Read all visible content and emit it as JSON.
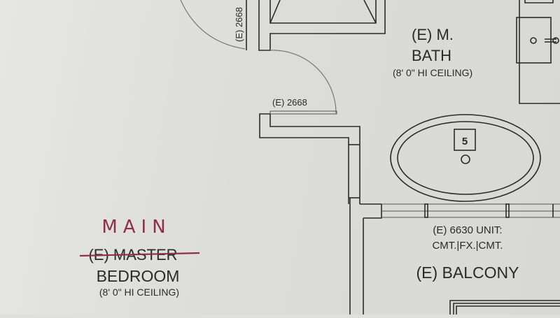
{
  "plan": {
    "door_label_top": "(E) 2668",
    "door_label": "(E) 2668",
    "bath": {
      "line1": "(E) M.",
      "line2": "BATH",
      "ceiling": "(8' 0\" HI CEILING)"
    },
    "tub_tag": "5",
    "window": {
      "line1": "(E) 6630 UNIT:",
      "line2": "CMT.|FX.|CMT."
    },
    "balcony": "(E) BALCONY",
    "bedroom": {
      "handwritten": "MAIN",
      "struck": "(E) MASTER",
      "name": "BEDROOM",
      "ceiling": "(8' 0\" HI CEILING)"
    }
  },
  "colors": {
    "ink": "#2b2b2b",
    "marker": "#8e2f48",
    "paper": "#dfdfdd"
  }
}
